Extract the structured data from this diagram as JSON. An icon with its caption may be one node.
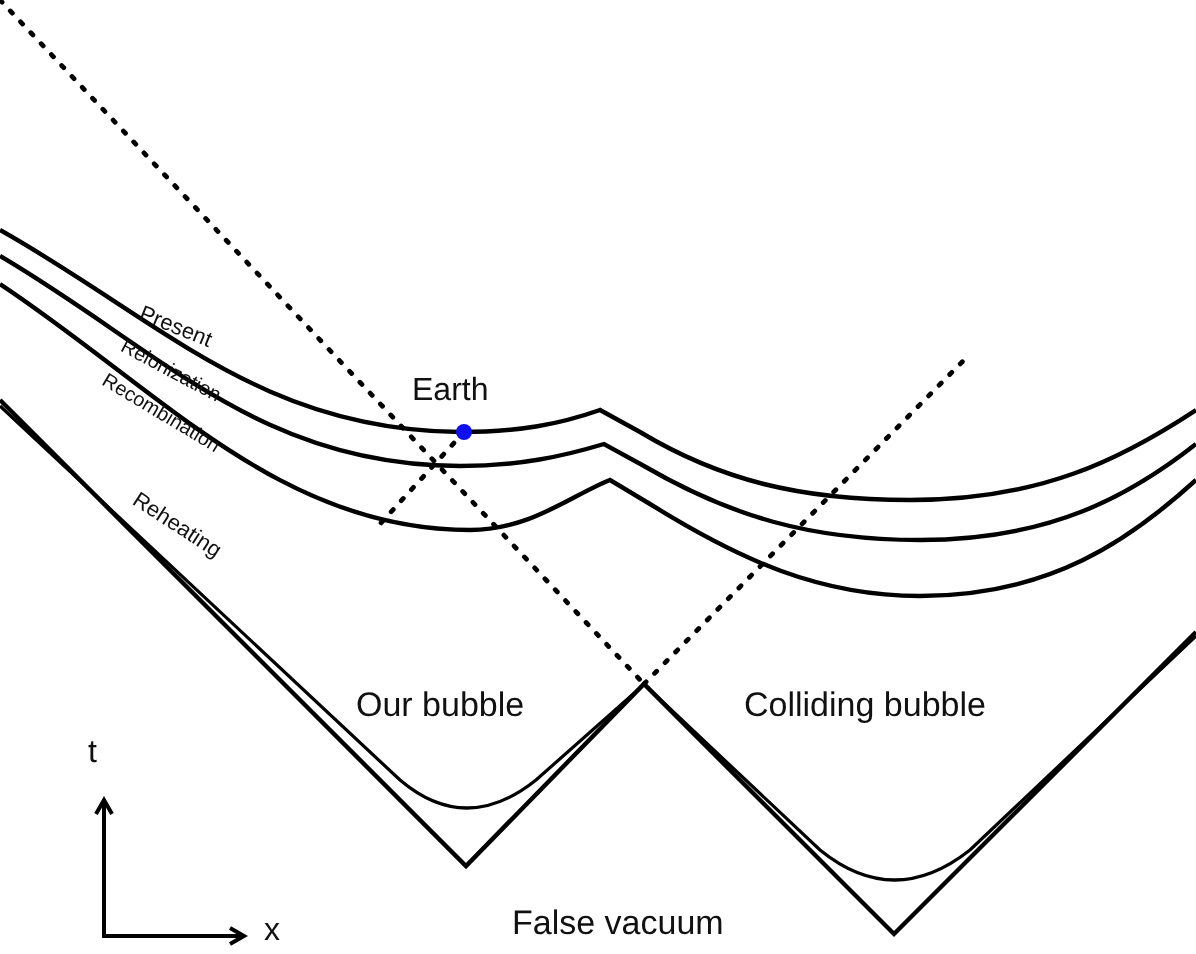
{
  "diagram": {
    "labels": [
      "Present",
      "Reionization",
      "Recombination",
      "Earth",
      "Reheating",
      "Our bubble",
      "Colliding bubble",
      "t",
      "x",
      "False vacuum"
    ]
  }
}
